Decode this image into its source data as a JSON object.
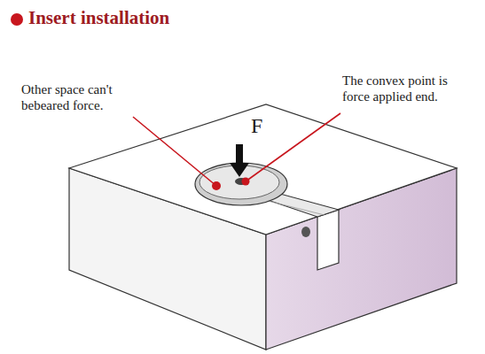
{
  "diagram": {
    "title": "Insert installation",
    "labels": [
      "Other space can't bebeared force.",
      "The convex point is force applied end.",
      "F"
    ]
  }
}
